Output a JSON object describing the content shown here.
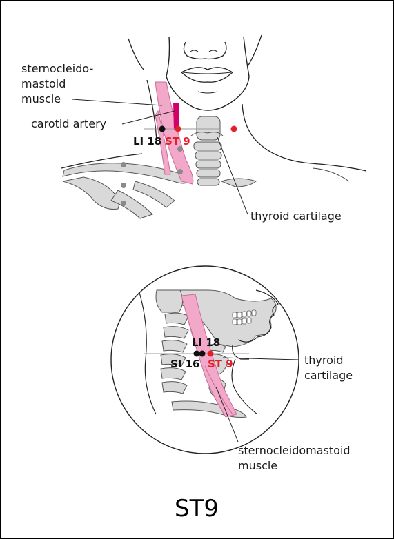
{
  "colors": {
    "acupoint_red": "#e3202a",
    "acupoint_black": "#111111",
    "muscle_pink": "#f2a8c8",
    "artery_magenta": "#d4006a",
    "bone_gray": "#d9d9d9",
    "outline": "#333333",
    "guide_dot_gray": "#8a8a8a"
  },
  "front_view": {
    "labels": {
      "scm_muscle": [
        "sternocleido-",
        "mastoid",
        "muscle"
      ],
      "carotid_artery": "carotid artery",
      "thyroid_cartilage": "thyroid cartilage"
    },
    "points": {
      "li18": "LI 18",
      "st9": "ST 9"
    }
  },
  "side_view": {
    "labels": {
      "thyroid_cartilage": [
        "thyroid",
        "cartilage"
      ],
      "scm_muscle": [
        "sternocleidomastoid",
        "muscle"
      ]
    },
    "points": {
      "li18": "LI 18",
      "si16": "SI 16",
      "st9": "ST 9"
    }
  },
  "title": "ST9"
}
